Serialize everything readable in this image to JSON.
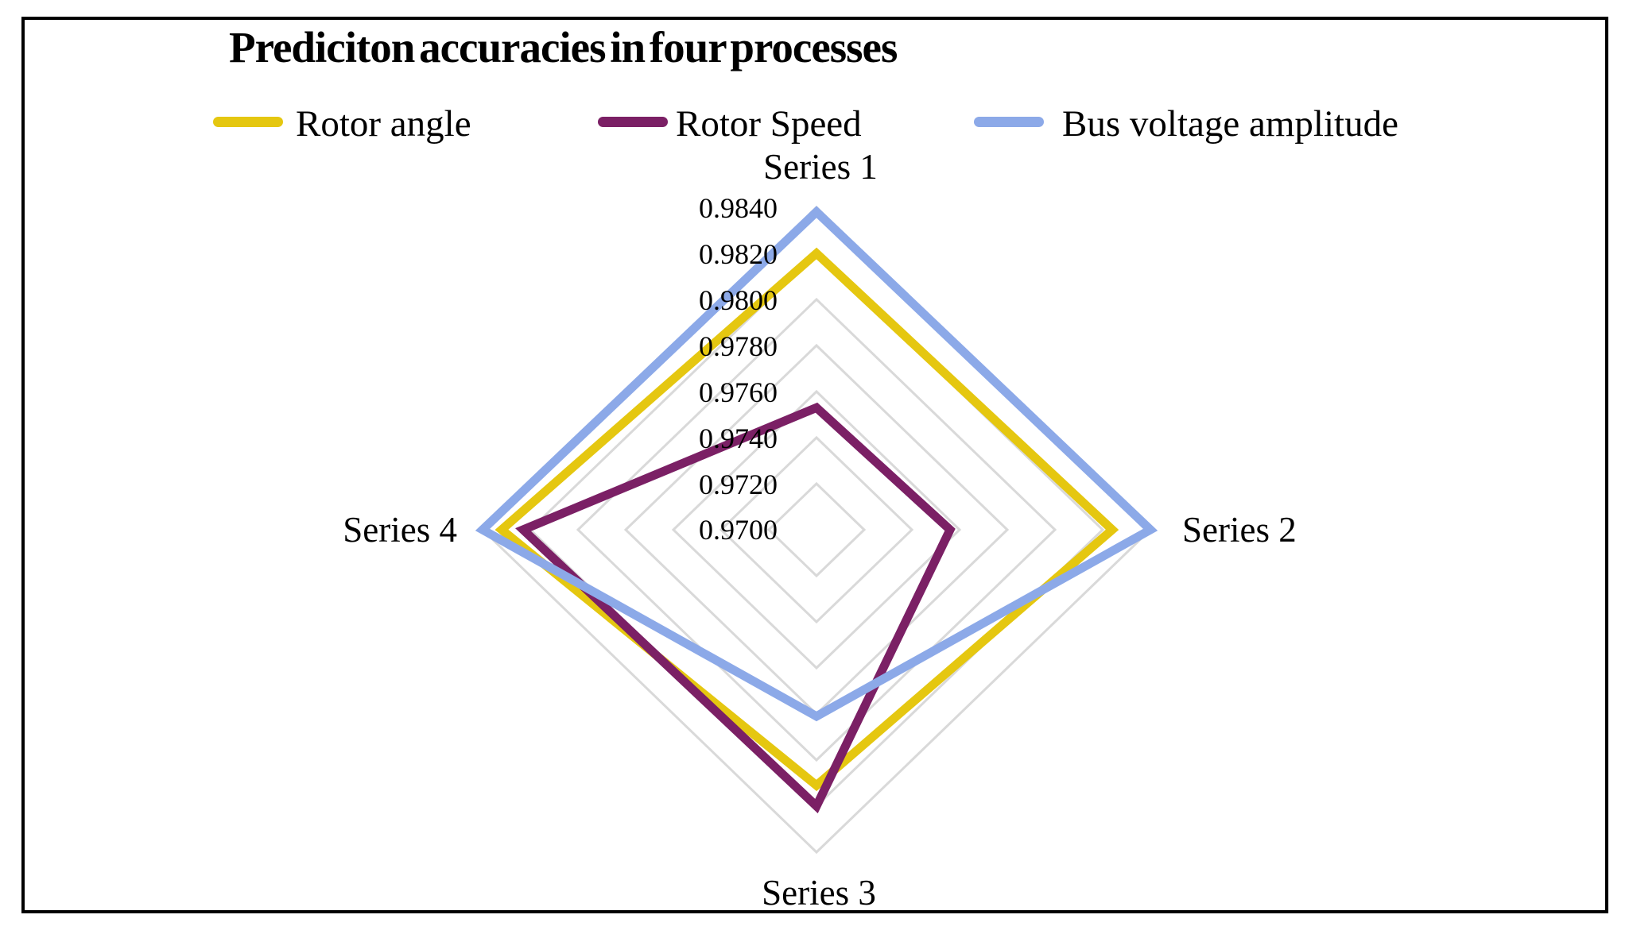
{
  "title": "Prediciton accuracies in four processes",
  "legend": {
    "items": [
      {
        "label": "Rotor angle",
        "color": "#E5C710"
      },
      {
        "label": "Rotor Speed",
        "color": "#7B2065"
      },
      {
        "label": "Bus voltage amplitude",
        "color": "#8CA9E8"
      }
    ]
  },
  "chart_data": {
    "type": "radar",
    "title": "Prediciton accuracies in four processes",
    "categories": [
      "Series 1",
      "Series 2",
      "Series 3",
      "Series 4"
    ],
    "series": [
      {
        "name": "Rotor angle",
        "color": "#E5C710",
        "values": [
          0.982,
          0.9824,
          0.9811,
          0.9832
        ]
      },
      {
        "name": "Rotor Speed",
        "color": "#7B2065",
        "values": [
          0.9753,
          0.9756,
          0.982,
          0.9823
        ]
      },
      {
        "name": "Bus voltage amplitude",
        "color": "#8CA9E8",
        "values": [
          0.9838,
          0.984,
          0.9781,
          0.984
        ]
      }
    ],
    "axis": {
      "min": 0.97,
      "max": 0.984,
      "step": 0.002,
      "tick_labels": [
        "0.9840",
        "0.9820",
        "0.9800",
        "0.9780",
        "0.9760",
        "0.9740",
        "0.9720",
        "0.9700"
      ]
    },
    "grid_color": "#D9D9D9",
    "legend_position": "top",
    "gridlines": "concentric-squares, no radial spokes"
  }
}
